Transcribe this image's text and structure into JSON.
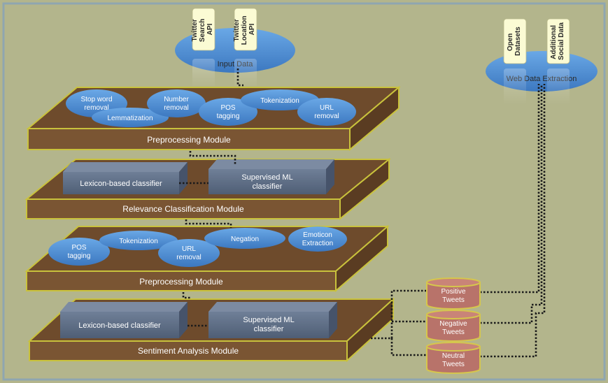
{
  "colors": {
    "background": "#b3b58c",
    "frame": "#8fa6b0",
    "platform_top": "#6e4b2c",
    "platform_edge": "#c9c23c",
    "ellipse": "#4f8ecf",
    "box": "#5f6f86",
    "db": "#b8736a",
    "db_edge": "#d6c64c",
    "note": "#fbfbd4"
  },
  "input_data": {
    "label": "Input Data",
    "cards": [
      {
        "lines": [
          "Twitter",
          "Search",
          "API"
        ]
      },
      {
        "lines": [
          "Twitter",
          "Location",
          "API"
        ]
      }
    ]
  },
  "web_data": {
    "label": "Web Data Extraction",
    "cards": [
      {
        "lines": [
          "Open",
          "Datasets"
        ]
      },
      {
        "lines": [
          "Additional",
          "Social Data"
        ]
      }
    ]
  },
  "modules": [
    {
      "title": "Preprocessing Module",
      "items": [
        {
          "lines": [
            "Stop word",
            "removal"
          ]
        },
        {
          "lines": [
            "Lemmatization"
          ]
        },
        {
          "lines": [
            "Number",
            "removal"
          ]
        },
        {
          "lines": [
            "POS",
            "tagging"
          ]
        },
        {
          "lines": [
            "Tokenization"
          ]
        },
        {
          "lines": [
            "URL",
            "removal"
          ]
        }
      ]
    },
    {
      "title": "Relevance Classification Module",
      "boxes": [
        {
          "lines": [
            "Lexicon-based classifier"
          ]
        },
        {
          "lines": [
            "Supervised ML",
            "classifier"
          ]
        }
      ]
    },
    {
      "title": "Preprocessing Module",
      "items": [
        {
          "lines": [
            "POS",
            "tagging"
          ]
        },
        {
          "lines": [
            "Tokenization"
          ]
        },
        {
          "lines": [
            "URL",
            "removal"
          ]
        },
        {
          "lines": [
            "Negation"
          ]
        },
        {
          "lines": [
            "Emoticon",
            "Extraction"
          ]
        }
      ]
    },
    {
      "title": "Sentiment Analysis Module",
      "boxes": [
        {
          "lines": [
            "Lexicon-based classifier"
          ]
        },
        {
          "lines": [
            "Supervised ML",
            "classifier"
          ]
        }
      ]
    }
  ],
  "outputs": [
    {
      "lines": [
        "Positive",
        "Tweets"
      ]
    },
    {
      "lines": [
        "Negative",
        "Tweets"
      ]
    },
    {
      "lines": [
        "Neutral",
        "Tweets"
      ]
    }
  ]
}
